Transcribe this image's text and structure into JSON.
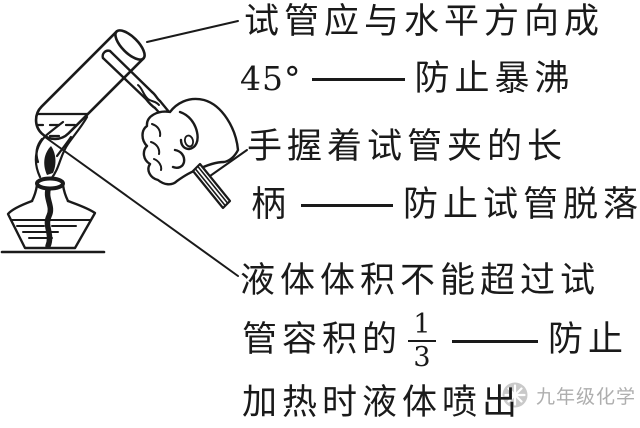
{
  "colors": {
    "background": "#ffffff",
    "ink": "#1a1a1a",
    "watermark": "#aeaeae"
  },
  "annotations": {
    "angle": {
      "line1": "试管应与水平方向成",
      "value": "45°",
      "purpose": "防止暴沸"
    },
    "grip": {
      "line1": "手握着试管夹的长",
      "line2_prefix": "柄",
      "purpose": "防止试管脱落"
    },
    "volume": {
      "line1": "液体体积不能超过试",
      "line2_prefix": "管容积的",
      "fraction_numerator": "1",
      "fraction_denominator": "3",
      "purpose": "防止",
      "line3": "加热时液体喷出"
    }
  },
  "drawing": {
    "parts": [
      "test-tube",
      "liquid-level",
      "test-tube-clamp",
      "hand",
      "flame",
      "alcohol-lamp",
      "lamp-wick",
      "table-line"
    ]
  },
  "watermark": {
    "icon": "flower-badge-icon",
    "label": "九年级化学"
  }
}
